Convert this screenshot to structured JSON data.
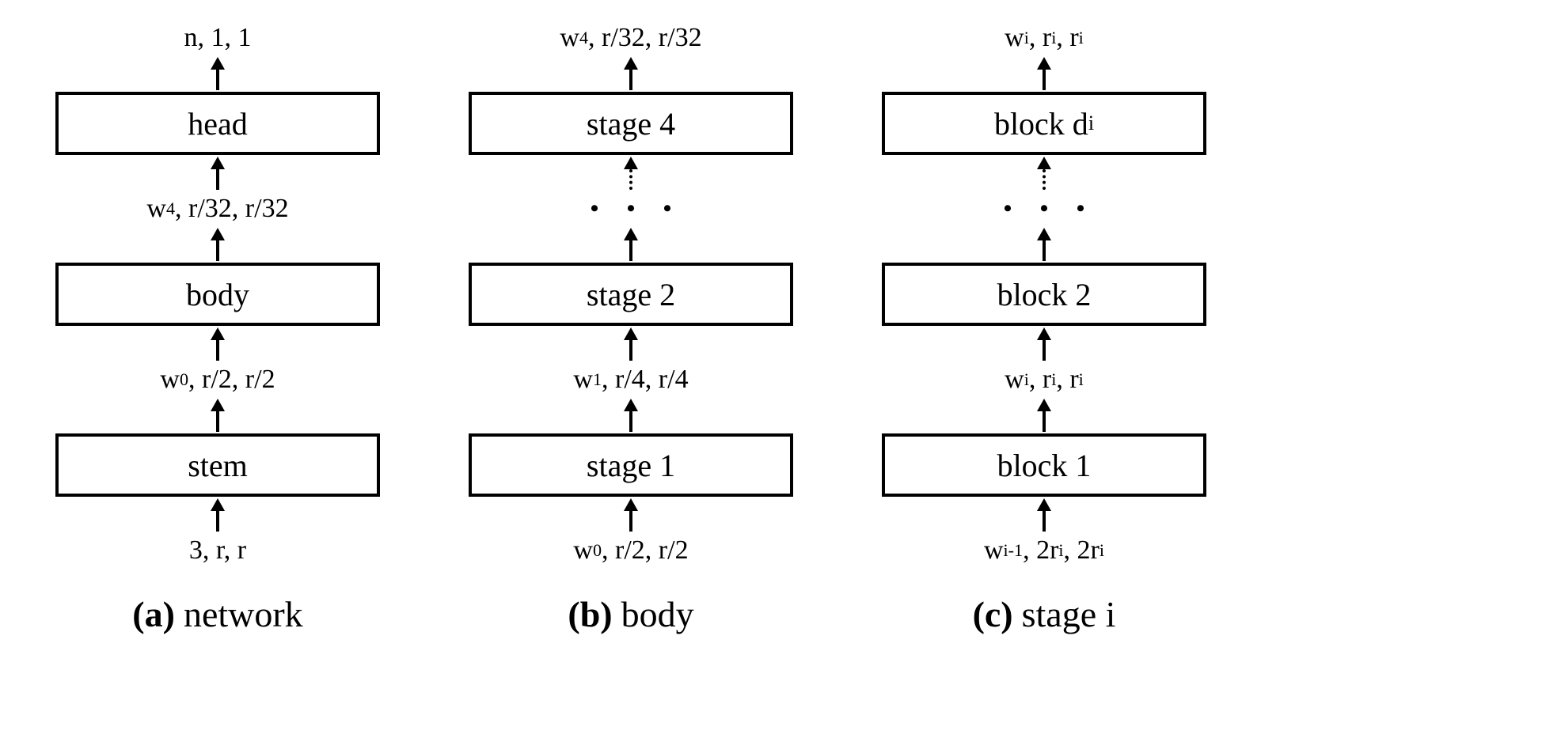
{
  "diagram": {
    "dots": "• • •",
    "columns": {
      "a": {
        "top_label": [
          {
            "t": "n, 1, 1"
          }
        ],
        "box_top": [
          {
            "t": "head"
          }
        ],
        "label_mid_upper": [
          {
            "t": "w"
          },
          {
            "s": "4"
          },
          {
            "t": ", r/32, r/32"
          }
        ],
        "box_mid": [
          {
            "t": "body"
          }
        ],
        "label_mid_lower": [
          {
            "t": "w"
          },
          {
            "s": "0"
          },
          {
            "t": ", r/2, r/2"
          }
        ],
        "box_bottom": [
          {
            "t": "stem"
          }
        ],
        "bottom_label": [
          {
            "t": "3, r, r"
          }
        ],
        "caption": {
          "bold": "(a)",
          "text": "network"
        }
      },
      "b": {
        "top_label": [
          {
            "t": "w"
          },
          {
            "s": "4"
          },
          {
            "t": ", r/32, r/32"
          }
        ],
        "box_top": [
          {
            "t": "stage 4"
          }
        ],
        "box_mid": [
          {
            "t": "stage 2"
          }
        ],
        "label_mid_lower": [
          {
            "t": "w"
          },
          {
            "s": "1"
          },
          {
            "t": ", r/4, r/4"
          }
        ],
        "box_bottom": [
          {
            "t": "stage 1"
          }
        ],
        "bottom_label": [
          {
            "t": "w"
          },
          {
            "s": "0"
          },
          {
            "t": ", r/2, r/2"
          }
        ],
        "caption": {
          "bold": "(b)",
          "text": "body"
        }
      },
      "c": {
        "top_label": [
          {
            "t": "w"
          },
          {
            "s": "i"
          },
          {
            "t": ", r"
          },
          {
            "s": "i"
          },
          {
            "t": ", r"
          },
          {
            "s": "i"
          }
        ],
        "box_top": [
          {
            "t": "block d"
          },
          {
            "s": "i"
          }
        ],
        "box_mid": [
          {
            "t": "block 2"
          }
        ],
        "label_mid_lower": [
          {
            "t": "w"
          },
          {
            "s": "i"
          },
          {
            "t": ", r"
          },
          {
            "s": "i"
          },
          {
            "t": ", r"
          },
          {
            "s": "i"
          }
        ],
        "box_bottom": [
          {
            "t": "block 1"
          }
        ],
        "bottom_label": [
          {
            "t": "w"
          },
          {
            "s": "i-1"
          },
          {
            "t": ", 2r"
          },
          {
            "s": "i"
          },
          {
            "t": ", 2r"
          },
          {
            "s": "i"
          }
        ],
        "caption": {
          "bold": "(c)",
          "text": "stage i"
        }
      }
    }
  }
}
